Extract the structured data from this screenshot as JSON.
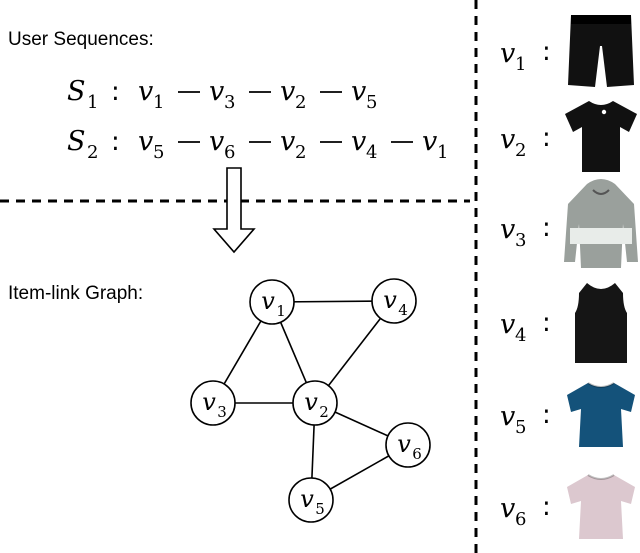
{
  "headings": {
    "sequences": "User Sequences:",
    "graph": "Item-link Graph:"
  },
  "sequences": [
    {
      "label": "S",
      "index": "1",
      "items": [
        "1",
        "3",
        "2",
        "5"
      ]
    },
    {
      "label": "S",
      "index": "2",
      "items": [
        "5",
        "6",
        "2",
        "4",
        "1"
      ]
    }
  ],
  "item_symbol": "v",
  "graph": {
    "nodes": [
      {
        "id": "1"
      },
      {
        "id": "2"
      },
      {
        "id": "3"
      },
      {
        "id": "4"
      },
      {
        "id": "5"
      },
      {
        "id": "6"
      }
    ],
    "edges": [
      [
        "1",
        "4"
      ],
      [
        "1",
        "3"
      ],
      [
        "1",
        "2"
      ],
      [
        "4",
        "2"
      ],
      [
        "3",
        "2"
      ],
      [
        "2",
        "6"
      ],
      [
        "2",
        "5"
      ],
      [
        "6",
        "5"
      ]
    ]
  },
  "catalog": [
    {
      "id": "1",
      "item": "shorts-icon",
      "color": "#111111"
    },
    {
      "id": "2",
      "item": "tshirt-icon",
      "color": "#111111"
    },
    {
      "id": "3",
      "item": "hoodie-icon",
      "color": "#9aa09c"
    },
    {
      "id": "4",
      "item": "tank-top-icon",
      "color": "#151515"
    },
    {
      "id": "5",
      "item": "blouse-icon",
      "color": "#14527a"
    },
    {
      "id": "6",
      "item": "blouse-icon",
      "color": "#dcc8cf"
    }
  ]
}
